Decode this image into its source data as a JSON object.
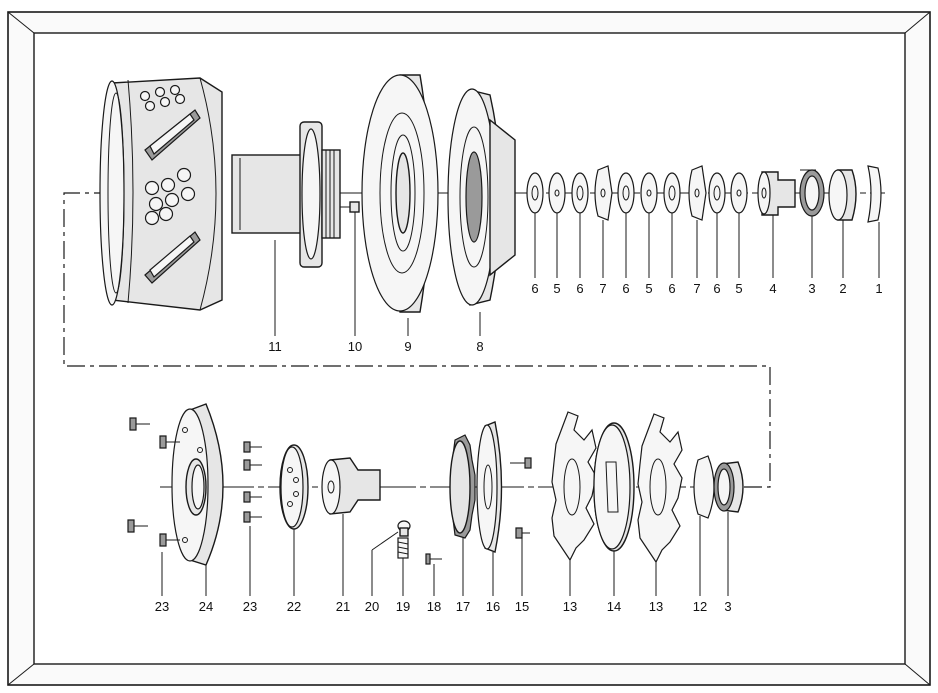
{
  "diagram": {
    "colors": {
      "line": "#1a1a1a",
      "fill": "#e6e6e6",
      "frame_outer": "#fafafa",
      "frame_inner": "#eeeeee"
    },
    "upper_assembly": {
      "callouts": [
        "11",
        "10",
        "9",
        "8",
        "6",
        "5",
        "6",
        "7",
        "6",
        "5",
        "6",
        "7",
        "6",
        "5",
        "4",
        "3",
        "2",
        "1"
      ]
    },
    "lower_assembly": {
      "callouts": [
        "23",
        "24",
        "23",
        "22",
        "21",
        "20",
        "19",
        "18",
        "17",
        "16",
        "15",
        "13",
        "14",
        "13",
        "12",
        "3"
      ]
    }
  }
}
